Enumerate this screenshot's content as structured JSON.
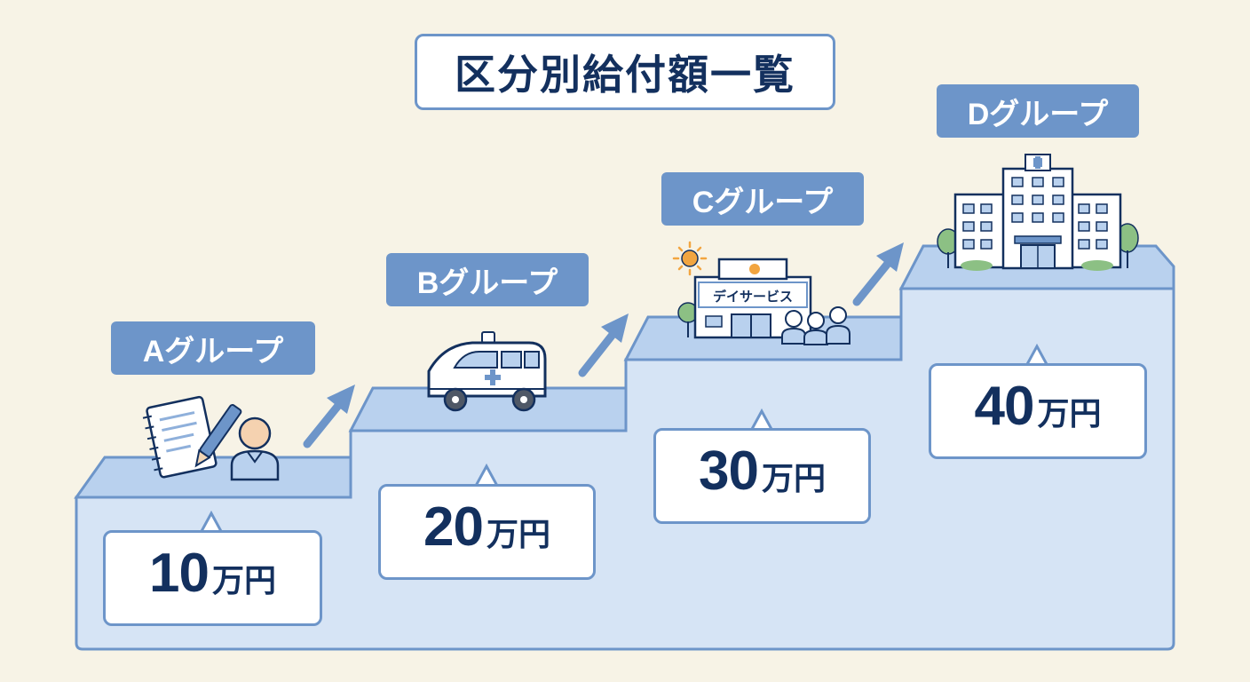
{
  "title": "区分別給付額一覧",
  "groups": [
    {
      "label": "Aグループ",
      "amount": "10",
      "unit": "万円",
      "icon": "care-plan-icon"
    },
    {
      "label": "Bグループ",
      "amount": "20",
      "unit": "万円",
      "icon": "ambulance-icon"
    },
    {
      "label": "Cグループ",
      "amount": "30",
      "unit": "万円",
      "icon": "day-service-icon"
    },
    {
      "label": "Dグループ",
      "amount": "40",
      "unit": "万円",
      "icon": "hospital-icon"
    }
  ],
  "day_service_sign": "デイサービス",
  "colors": {
    "background": "#f7f3e6",
    "accent": "#6d95c9",
    "step_fill": "#d6e4f5",
    "step_top": "#b9d1ee",
    "text": "#13305e"
  }
}
